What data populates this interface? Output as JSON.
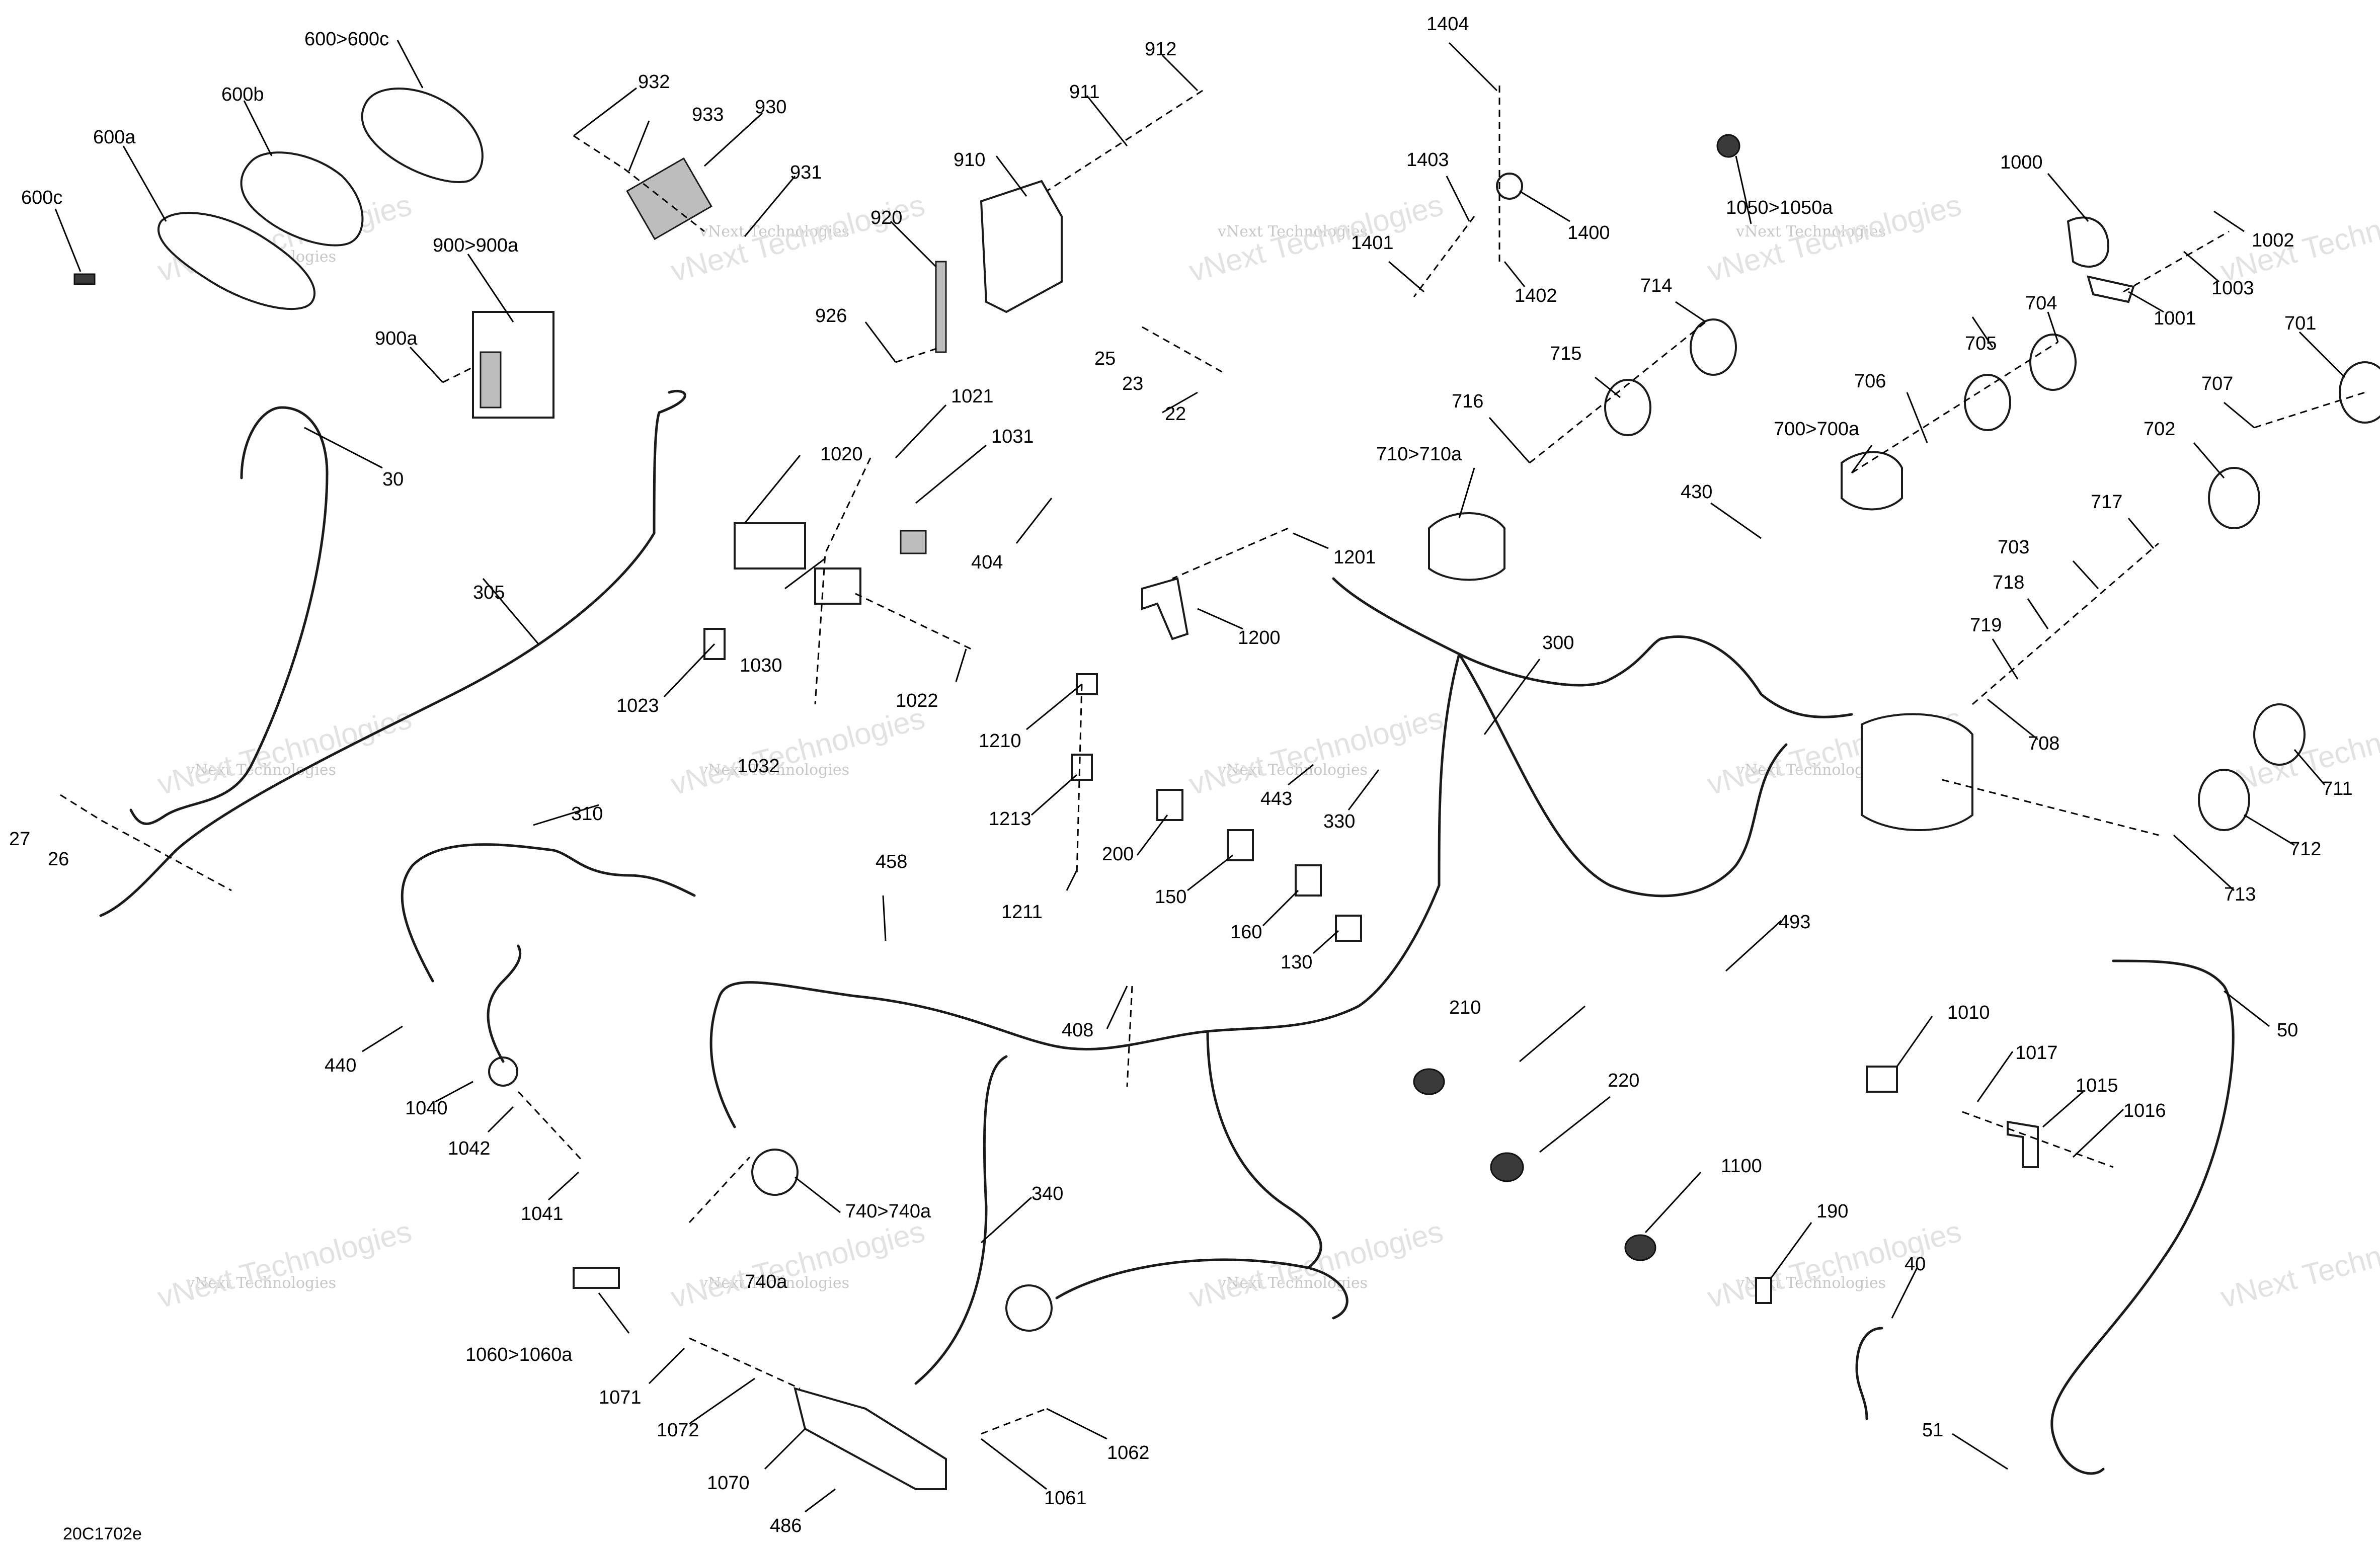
{
  "diagram": {
    "figure_id": "20C1702e",
    "watermark": {
      "small": "vNext Technologies",
      "big": "vNext Technologies"
    },
    "callouts": {
      "c600c_600c": "600>600c",
      "c600b": "600b",
      "c600a": "600a",
      "c600c": "600c",
      "c932": "932",
      "c933": "933",
      "c930": "930",
      "c931": "931",
      "c912": "912",
      "c911": "911",
      "c910": "910",
      "c920": "920",
      "c926": "926",
      "c900": "900>900a",
      "c900a": "900a",
      "c30": "30",
      "c305": "305",
      "c27": "27",
      "c26": "26",
      "c310": "310",
      "c440": "440",
      "c1040": "1040",
      "c1042": "1042",
      "c1041": "1041",
      "c1021": "1021",
      "c1020": "1020",
      "c1031": "1031",
      "c1030": "1030",
      "c1023": "1023",
      "c1022": "1022",
      "c1032": "1032",
      "c404": "404",
      "c25": "25",
      "c23": "23",
      "c22": "22",
      "c458": "458",
      "c1210": "1210",
      "c1213": "1213",
      "c1211": "1211",
      "c200": "200",
      "c150": "150",
      "c160": "160",
      "c130": "130",
      "c408": "408",
      "c740": "740>740a",
      "c740a": "740a",
      "c340": "340",
      "c1060": "1060>1060a",
      "c1071": "1071",
      "c1072": "1072",
      "c1070": "1070",
      "c486": "486",
      "c1061": "1061",
      "c1062": "1062",
      "c1404": "1404",
      "c1403": "1403",
      "c1401": "1401",
      "c1400": "1400",
      "c1402": "1402",
      "c1201": "1201",
      "c1200": "1200",
      "c300": "300",
      "c443": "443",
      "c330": "330",
      "c714": "714",
      "c715": "715",
      "c716": "716",
      "c710": "710>710a",
      "c430": "430",
      "c1050": "1050>1050a",
      "c1000": "1000",
      "c1002": "1002",
      "c1003": "1003",
      "c1001": "1001",
      "c704": "704",
      "c705": "705",
      "c706": "706",
      "c700": "700>700a",
      "c701": "701",
      "c707": "707",
      "c702": "702",
      "c717": "717",
      "c703": "703",
      "c718": "718",
      "c719": "719",
      "c708": "708",
      "c711": "711",
      "c712": "712",
      "c713": "713",
      "c493": "493",
      "c50": "50",
      "c210": "210",
      "c220": "220",
      "c1010": "1010",
      "c1017": "1017",
      "c1015": "1015",
      "c1016": "1016",
      "c1100": "1100",
      "c190": "190",
      "c40": "40",
      "c51": "51"
    }
  }
}
